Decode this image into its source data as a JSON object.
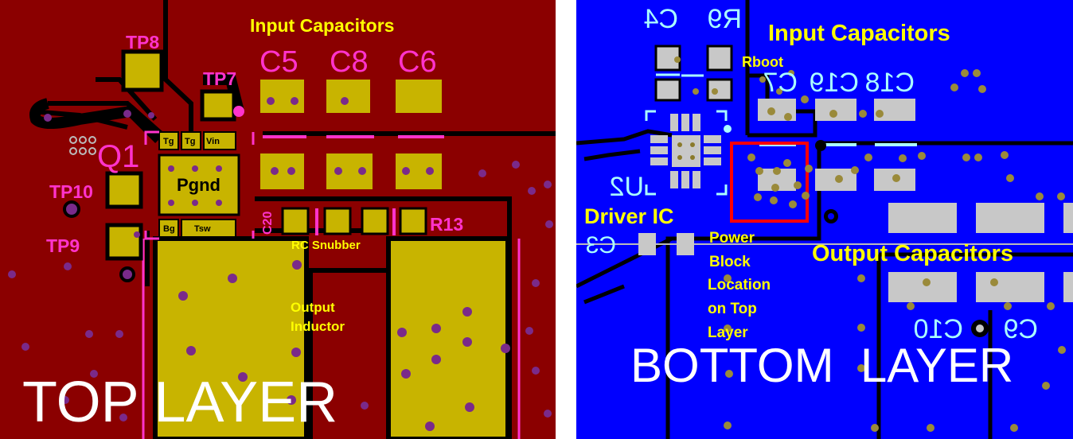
{
  "colors": {
    "top_background": "#8b0000",
    "top_copper": "#c8b400",
    "top_silkscreen": "#ff33cc",
    "label_yellow": "#ffff00",
    "via": "#7a2a8a",
    "bottom_background": "#0000ff",
    "bottom_pad": "#c8c8c8",
    "bottom_silkscreen": "#aaffff",
    "highlight_box": "#ff0000",
    "title_white": "#ffffff"
  },
  "top_layer": {
    "title": "TOP LAYER",
    "labels": {
      "input_capacitors": "Input Capacitors",
      "c5": "C5",
      "c8": "C8",
      "c6": "C6",
      "tp8": "TP8",
      "tp7": "TP7",
      "q1": "Q1",
      "tp10": "TP10",
      "tp9": "TP9",
      "pgnd": "Pgnd",
      "tg1": "Tg",
      "tg2": "Tg",
      "vin": "Vin",
      "bg": "Bg",
      "tsw": "Tsw",
      "c20": "C20",
      "r13": "R13",
      "rc_snubber": "RC Snubber",
      "output_inductor_1": "Output",
      "output_inductor_2": "Inductor"
    }
  },
  "bottom_layer": {
    "title": "BOTTOM  LAYER",
    "labels": {
      "r9": "R9",
      "c4": "C4",
      "input_capacitors": "Input Capacitors",
      "rboot": "Rboot",
      "c7": "C7",
      "c19": "C19",
      "c18": "C18",
      "u2": "U2",
      "driver_ic": "Driver IC",
      "c3": "C3",
      "power_block_1": "Power",
      "power_block_2": "Block",
      "power_block_3": "Location",
      "power_block_4": "on Top",
      "power_block_5": "Layer",
      "output_capacitors": "Output Capacitors",
      "c10": "C10",
      "c9": "C9"
    }
  }
}
